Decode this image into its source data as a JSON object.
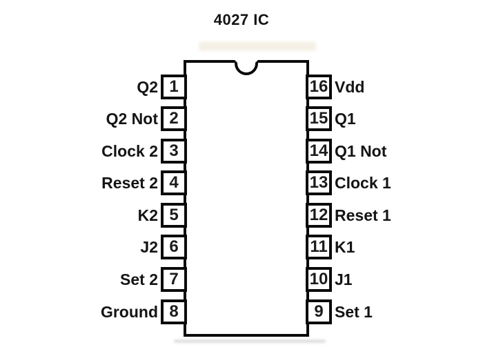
{
  "title": "4027 IC",
  "ic": {
    "left_pins": [
      {
        "number": "1",
        "label": "Q2"
      },
      {
        "number": "2",
        "label": "Q2 Not"
      },
      {
        "number": "3",
        "label": "Clock 2"
      },
      {
        "number": "4",
        "label": "Reset 2"
      },
      {
        "number": "5",
        "label": "K2"
      },
      {
        "number": "6",
        "label": "J2"
      },
      {
        "number": "7",
        "label": "Set 2"
      },
      {
        "number": "8",
        "label": "Ground"
      }
    ],
    "right_pins": [
      {
        "number": "16",
        "label": "Vdd"
      },
      {
        "number": "15",
        "label": "Q1"
      },
      {
        "number": "14",
        "label": "Q1 Not"
      },
      {
        "number": "13",
        "label": "Clock 1"
      },
      {
        "number": "12",
        "label": "Reset 1"
      },
      {
        "number": "11",
        "label": "K1"
      },
      {
        "number": "10",
        "label": "J1"
      },
      {
        "number": "9",
        "label": "Set 1"
      }
    ],
    "colors": {
      "outline": "#0a0a0a",
      "background": "#ffffff",
      "text": "#141414"
    }
  }
}
